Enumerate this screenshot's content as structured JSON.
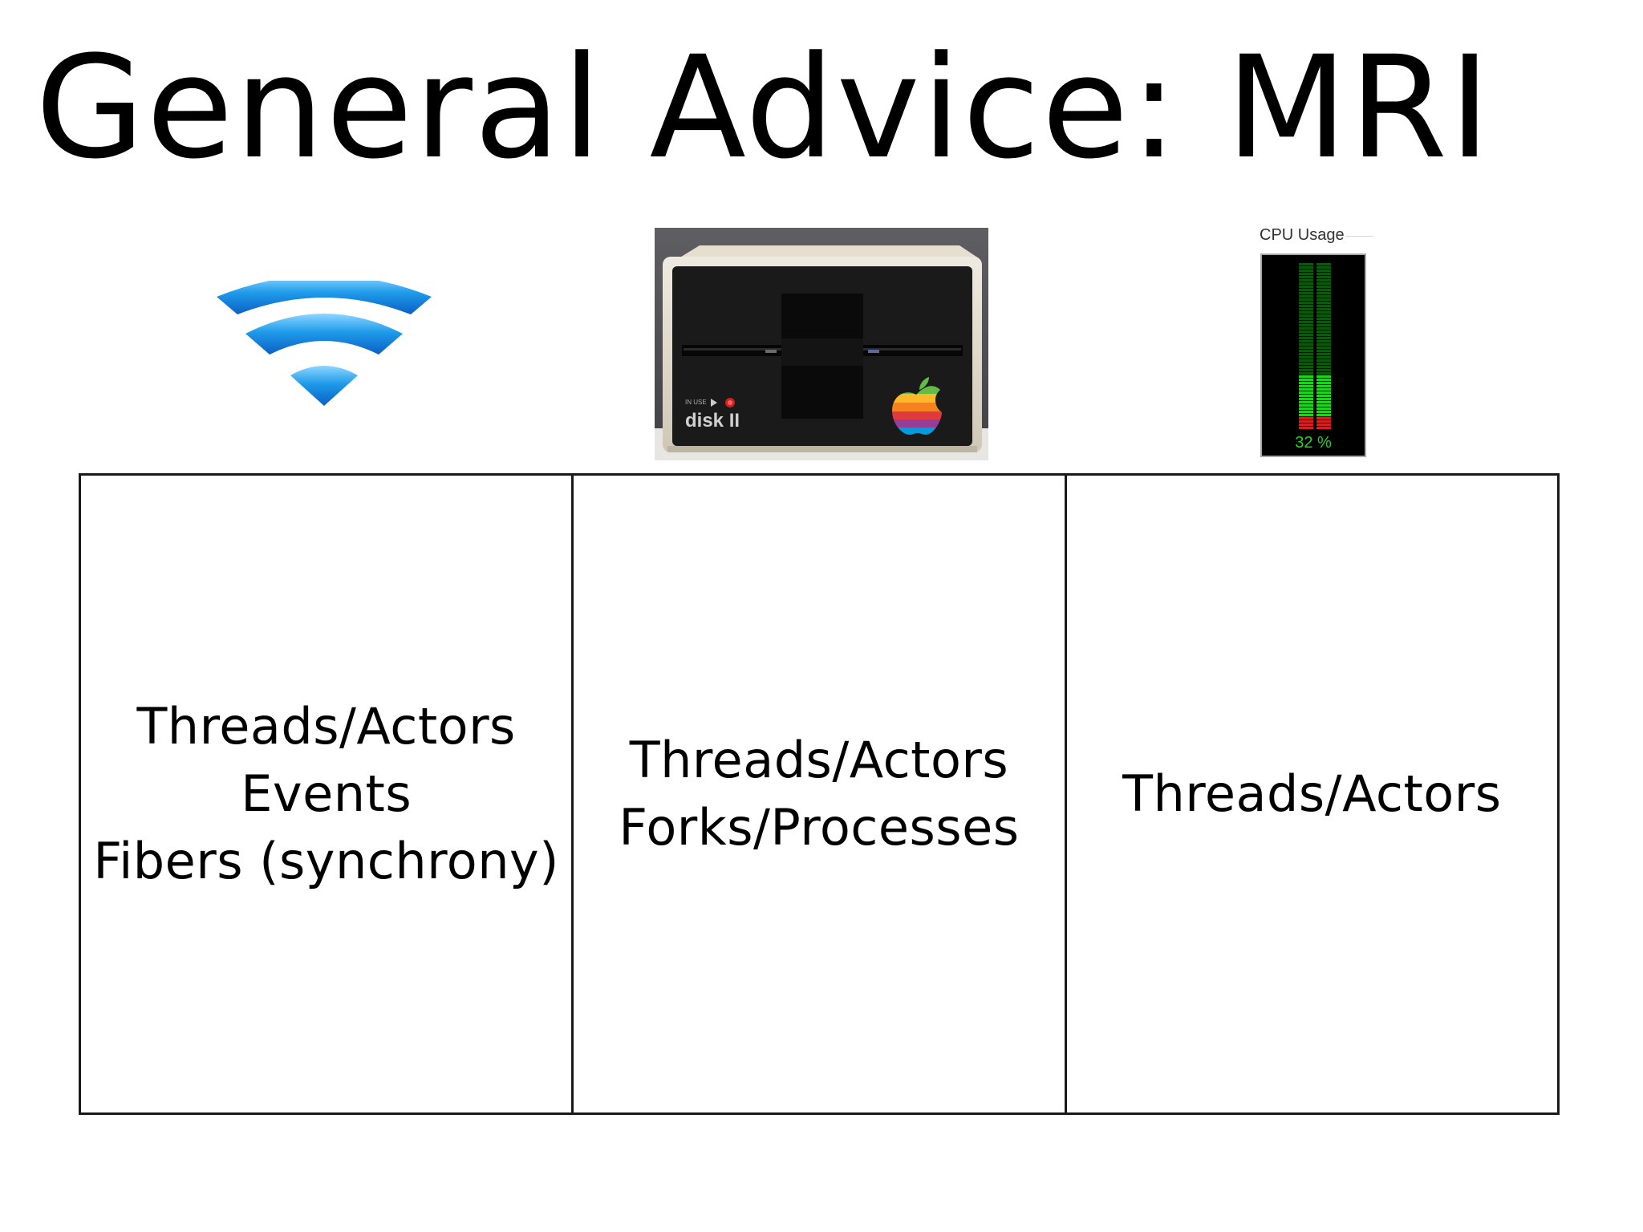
{
  "slide": {
    "title": "General Advice: MRI"
  },
  "images": {
    "wifi": {
      "icon": "wifi-icon",
      "color": "#1b8fe2"
    },
    "disk": {
      "icon": "apple-disk-ii-photo",
      "brand_text": "disk II",
      "indicator_text": "IN USE"
    },
    "cpu": {
      "icon": "cpu-usage-meter",
      "label": "CPU Usage",
      "percent_text": "32 %",
      "usage_fraction": 0.32
    }
  },
  "table": {
    "columns": [
      {
        "lines": [
          "Threads/Actors",
          "Events",
          "Fibers (synchrony)"
        ]
      },
      {
        "lines": [
          "Threads/Actors",
          "Forks/Processes"
        ]
      },
      {
        "lines": [
          "Threads/Actors"
        ]
      }
    ]
  }
}
